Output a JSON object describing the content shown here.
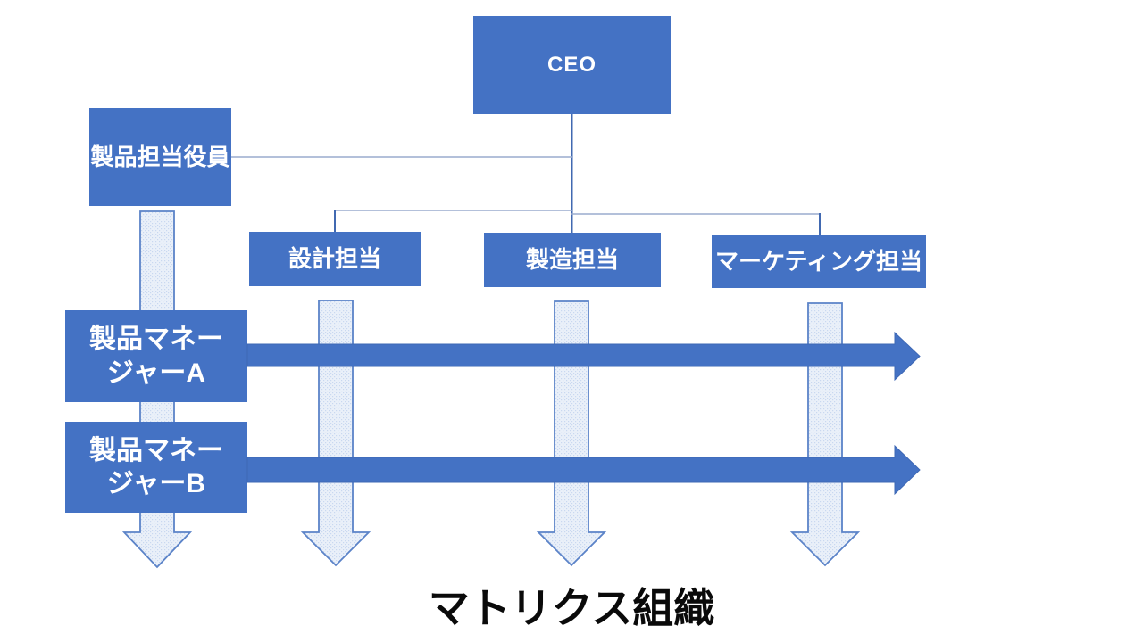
{
  "diagram": {
    "title": "マトリクス組織",
    "nodes": {
      "ceo": "CEO",
      "product_executive": "製品担当役員",
      "design": "設計担当",
      "manufacturing": "製造担当",
      "marketing": "マーケティング担当",
      "manager_a": "製品マネー\nジャーA",
      "manager_b": "製品マネー\nジャーB"
    },
    "colors": {
      "node_fill": "#4472C4",
      "node_text": "#FFFFFF",
      "flow_arrow": "#4472C4",
      "flow_arrow_edge": "#3E68B5",
      "line_arrow_fill": "#EAF0F9",
      "line_arrow_dot": "#C9D8F0",
      "line_arrow_border": "#5B83C8",
      "connector": "#9AABCD",
      "connector_dark": "#4169B1",
      "title_text": "#0A0A0A"
    }
  }
}
